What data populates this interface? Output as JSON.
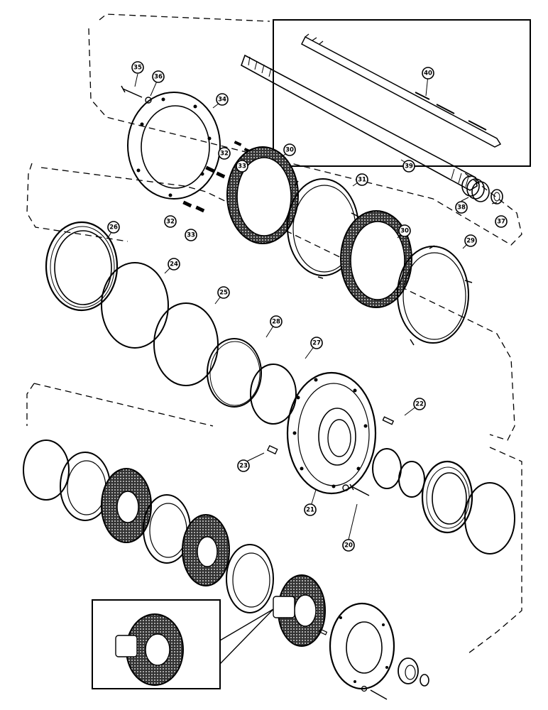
{
  "diagram": {
    "callouts": [
      {
        "id": "c20",
        "label": "20"
      },
      {
        "id": "c21",
        "label": "21"
      },
      {
        "id": "c22",
        "label": "22"
      },
      {
        "id": "c23",
        "label": "23"
      },
      {
        "id": "c24",
        "label": "24"
      },
      {
        "id": "c25",
        "label": "25"
      },
      {
        "id": "c26",
        "label": "26"
      },
      {
        "id": "c27",
        "label": "27"
      },
      {
        "id": "c28",
        "label": "28"
      },
      {
        "id": "c29",
        "label": "29"
      },
      {
        "id": "c30a",
        "label": "30"
      },
      {
        "id": "c30b",
        "label": "30"
      },
      {
        "id": "c31",
        "label": "31"
      },
      {
        "id": "c32a",
        "label": "32"
      },
      {
        "id": "c32b",
        "label": "32"
      },
      {
        "id": "c33a",
        "label": "33"
      },
      {
        "id": "c33b",
        "label": "33"
      },
      {
        "id": "c34",
        "label": "34"
      },
      {
        "id": "c35",
        "label": "35"
      },
      {
        "id": "c36",
        "label": "36"
      },
      {
        "id": "c37",
        "label": "37"
      },
      {
        "id": "c38",
        "label": "38"
      },
      {
        "id": "c39",
        "label": "39"
      },
      {
        "id": "c40",
        "label": "40"
      }
    ]
  }
}
